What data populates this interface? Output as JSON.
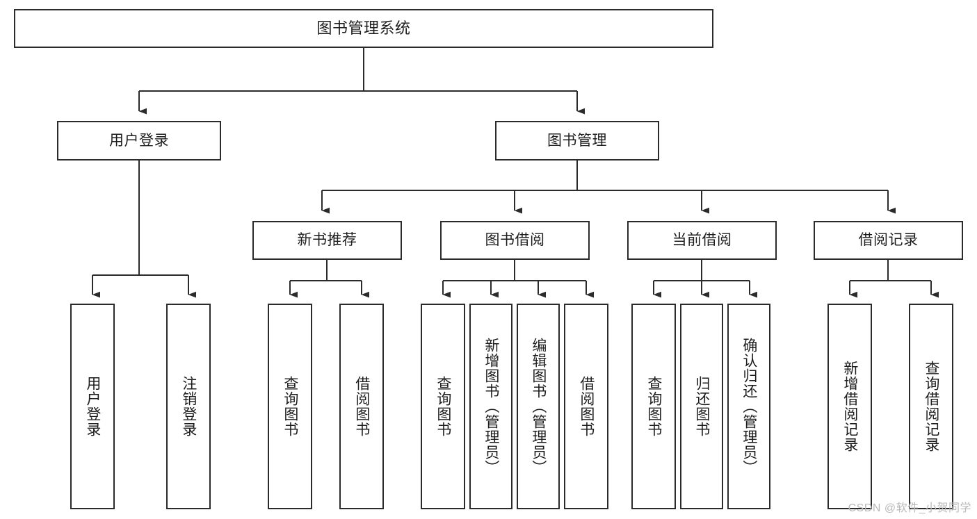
{
  "diagram": {
    "type": "tree",
    "title": "图书管理系统",
    "watermark": "CSDN @软件_小贺同学",
    "colors": {
      "background": "#ffffff",
      "border": "#2b2b2b",
      "text": "#1d1d1d",
      "connector": "#2b2b2b",
      "watermark": "#b9b9b9"
    },
    "nodes": {
      "root": {
        "label": "图书管理系统",
        "orientation": "horizontal"
      },
      "user_login": {
        "label": "用户登录",
        "orientation": "horizontal"
      },
      "book_manage": {
        "label": "图书管理",
        "orientation": "horizontal"
      },
      "new_book_rec": {
        "label": "新书推荐",
        "orientation": "horizontal"
      },
      "book_borrow": {
        "label": "图书借阅",
        "orientation": "horizontal"
      },
      "current_borrow": {
        "label": "当前借阅",
        "orientation": "horizontal"
      },
      "borrow_record": {
        "label": "借阅记录",
        "orientation": "horizontal"
      },
      "leaf_user_login": {
        "label": "用户登录",
        "orientation": "vertical"
      },
      "leaf_logout": {
        "label": "注销登录",
        "orientation": "vertical"
      },
      "leaf_query_book_1": {
        "label": "查询图书",
        "orientation": "vertical"
      },
      "leaf_borrow_book_1": {
        "label": "借阅图书",
        "orientation": "vertical"
      },
      "leaf_query_book_2": {
        "label": "查询图书",
        "orientation": "vertical"
      },
      "leaf_add_book": {
        "label": "新增图书（管理员）",
        "orientation": "vertical"
      },
      "leaf_edit_book": {
        "label": "编辑图书（管理员）",
        "orientation": "vertical"
      },
      "leaf_borrow_book_2": {
        "label": "借阅图书",
        "orientation": "vertical"
      },
      "leaf_query_book_3": {
        "label": "查询图书",
        "orientation": "vertical"
      },
      "leaf_return_book": {
        "label": "归还图书",
        "orientation": "vertical"
      },
      "leaf_confirm_return": {
        "label": "确认归还（管理员）",
        "orientation": "vertical"
      },
      "leaf_add_record": {
        "label": "新增借阅记录",
        "orientation": "vertical"
      },
      "leaf_query_record": {
        "label": "查询借阅记录",
        "orientation": "vertical"
      }
    },
    "edges": [
      {
        "from": "root",
        "to": "user_login"
      },
      {
        "from": "root",
        "to": "book_manage"
      },
      {
        "from": "user_login",
        "to": "leaf_user_login"
      },
      {
        "from": "user_login",
        "to": "leaf_logout"
      },
      {
        "from": "book_manage",
        "to": "new_book_rec"
      },
      {
        "from": "book_manage",
        "to": "book_borrow"
      },
      {
        "from": "book_manage",
        "to": "current_borrow"
      },
      {
        "from": "book_manage",
        "to": "borrow_record"
      },
      {
        "from": "new_book_rec",
        "to": "leaf_query_book_1"
      },
      {
        "from": "new_book_rec",
        "to": "leaf_borrow_book_1"
      },
      {
        "from": "book_borrow",
        "to": "leaf_query_book_2"
      },
      {
        "from": "book_borrow",
        "to": "leaf_add_book"
      },
      {
        "from": "book_borrow",
        "to": "leaf_edit_book"
      },
      {
        "from": "book_borrow",
        "to": "leaf_borrow_book_2"
      },
      {
        "from": "current_borrow",
        "to": "leaf_query_book_3"
      },
      {
        "from": "current_borrow",
        "to": "leaf_return_book"
      },
      {
        "from": "current_borrow",
        "to": "leaf_confirm_return"
      },
      {
        "from": "borrow_record",
        "to": "leaf_add_record"
      },
      {
        "from": "borrow_record",
        "to": "leaf_query_record"
      }
    ]
  }
}
